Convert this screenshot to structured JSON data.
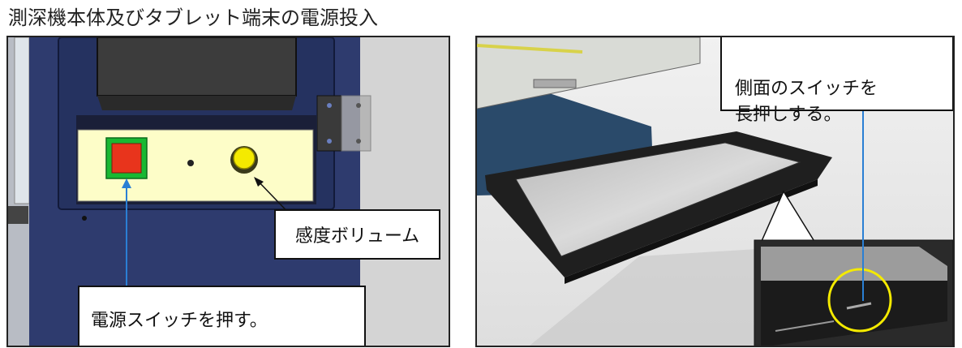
{
  "title": "測深機本体及びタブレット端末の電源投入",
  "left_panel": {
    "callout_power": "電源スイッチを押す。",
    "callout_sensitivity": "感度ボリューム"
  },
  "right_panel": {
    "callout_side_switch": "側面のスイッチを\n長押しする。"
  },
  "colors": {
    "power_button": "#e8341c",
    "power_button_frame": "#19b832",
    "sensitivity_knob": "#f4ea00",
    "highlight_circle": "#f4ea00",
    "leader_line": "#2a7fd4",
    "control_plate": "#fdfdc8",
    "housing": "#2e3b6e"
  }
}
